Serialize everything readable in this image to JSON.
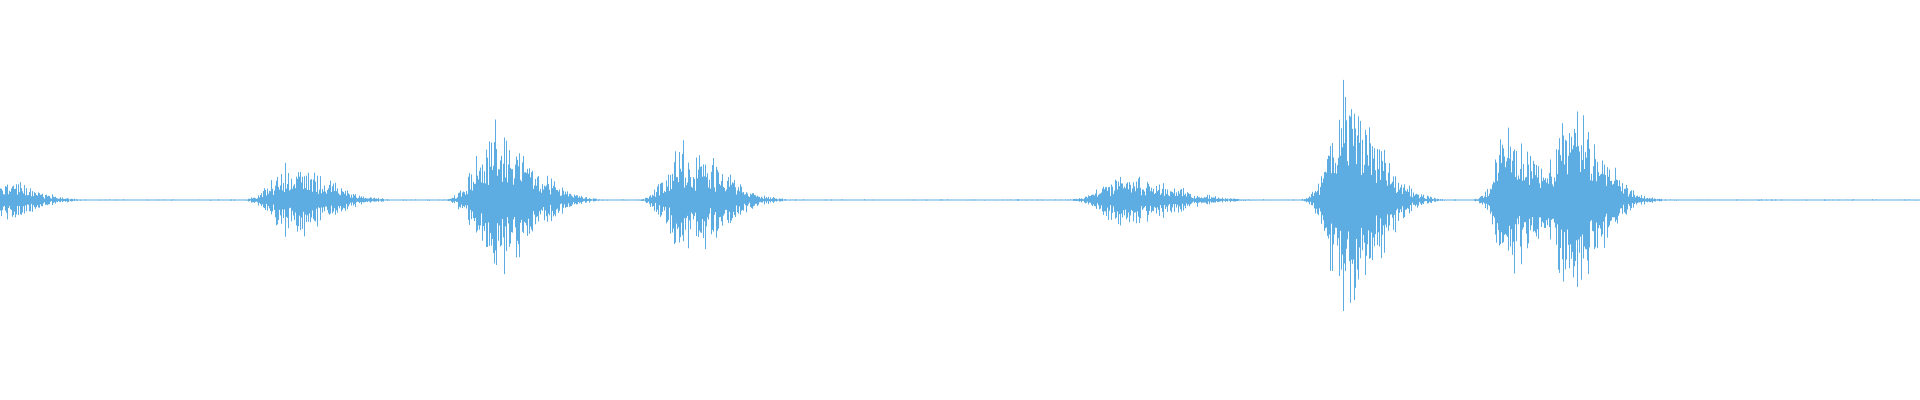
{
  "waveform": {
    "color": "#5dade2",
    "background": "#ffffff",
    "duration_fraction_max": 1.0,
    "baseline_amplitude": 0.006,
    "bursts": [
      {
        "position": 0.0,
        "amplitude": 0.14,
        "spread": 0.012
      },
      {
        "position": 0.15,
        "amplitude": 0.25,
        "spread": 0.014
      },
      {
        "position": 0.256,
        "amplitude": 0.51,
        "spread": 0.014
      },
      {
        "position": 0.356,
        "amplitude": 0.39,
        "spread": 0.014
      },
      {
        "position": 0.585,
        "amplitude": 0.17,
        "spread": 0.018
      },
      {
        "position": 0.7,
        "amplitude": 0.79,
        "spread": 0.012
      },
      {
        "position": 0.785,
        "amplitude": 0.55,
        "spread": 0.01
      },
      {
        "position": 0.816,
        "amplitude": 0.67,
        "spread": 0.012
      }
    ]
  }
}
